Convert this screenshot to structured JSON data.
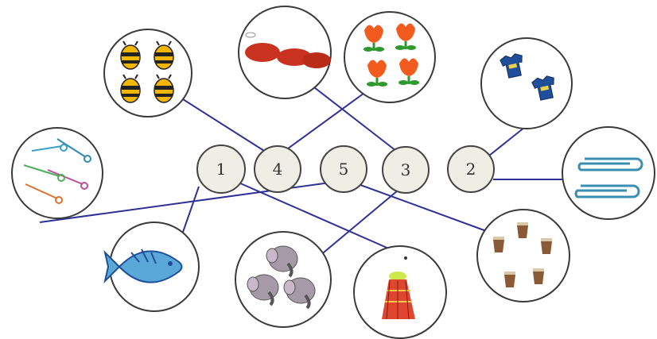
{
  "colors": {
    "line": "#2e3196",
    "number_fill": "#eeeee4",
    "bee": "#f2b705",
    "crab": "#c8321e",
    "tulip": "#f25a1e",
    "shirt": "#1f4f9a",
    "clip": "#3a8fb0",
    "cup": "#8a5a36",
    "elephant": "#a79aa8",
    "fish": "#5aa8d8",
    "shuttlecock": "#e0452e"
  },
  "numbers": [
    {
      "id": "n1",
      "label": "1"
    },
    {
      "id": "n4",
      "label": "4"
    },
    {
      "id": "n5",
      "label": "5"
    },
    {
      "id": "n3",
      "label": "3"
    },
    {
      "id": "n2",
      "label": "2"
    }
  ],
  "pictures": [
    {
      "id": "bees",
      "icon": "bee-icon",
      "count": 4
    },
    {
      "id": "crabs",
      "icon": "crab-icon",
      "count": 3
    },
    {
      "id": "tulips",
      "icon": "tulip-icon",
      "count": 4
    },
    {
      "id": "shirts",
      "icon": "shirt-icon",
      "count": 2
    },
    {
      "id": "scissors",
      "icon": "scissors-icon",
      "count": 5
    },
    {
      "id": "paperclips",
      "icon": "paperclip-icon",
      "count": 2
    },
    {
      "id": "fish",
      "icon": "fish-icon",
      "count": 1
    },
    {
      "id": "elephants",
      "icon": "elephant-icon",
      "count": 3
    },
    {
      "id": "shuttlecock",
      "icon": "shuttlecock-icon",
      "count": 1
    },
    {
      "id": "cups",
      "icon": "cup-icon",
      "count": 5
    }
  ],
  "links": [
    {
      "from": "bees",
      "to": "n4"
    },
    {
      "from": "tulips",
      "to": "n4"
    },
    {
      "from": "crabs",
      "to": "n3"
    },
    {
      "from": "shirts",
      "to": "n2"
    },
    {
      "from": "paperclips",
      "to": "n2"
    },
    {
      "from": "scissors",
      "to": "n5"
    },
    {
      "from": "fish",
      "to": "n1"
    },
    {
      "from": "shuttlecock",
      "to": "n1"
    },
    {
      "from": "elephants",
      "to": "n3"
    },
    {
      "from": "cups",
      "to": "n5"
    }
  ]
}
